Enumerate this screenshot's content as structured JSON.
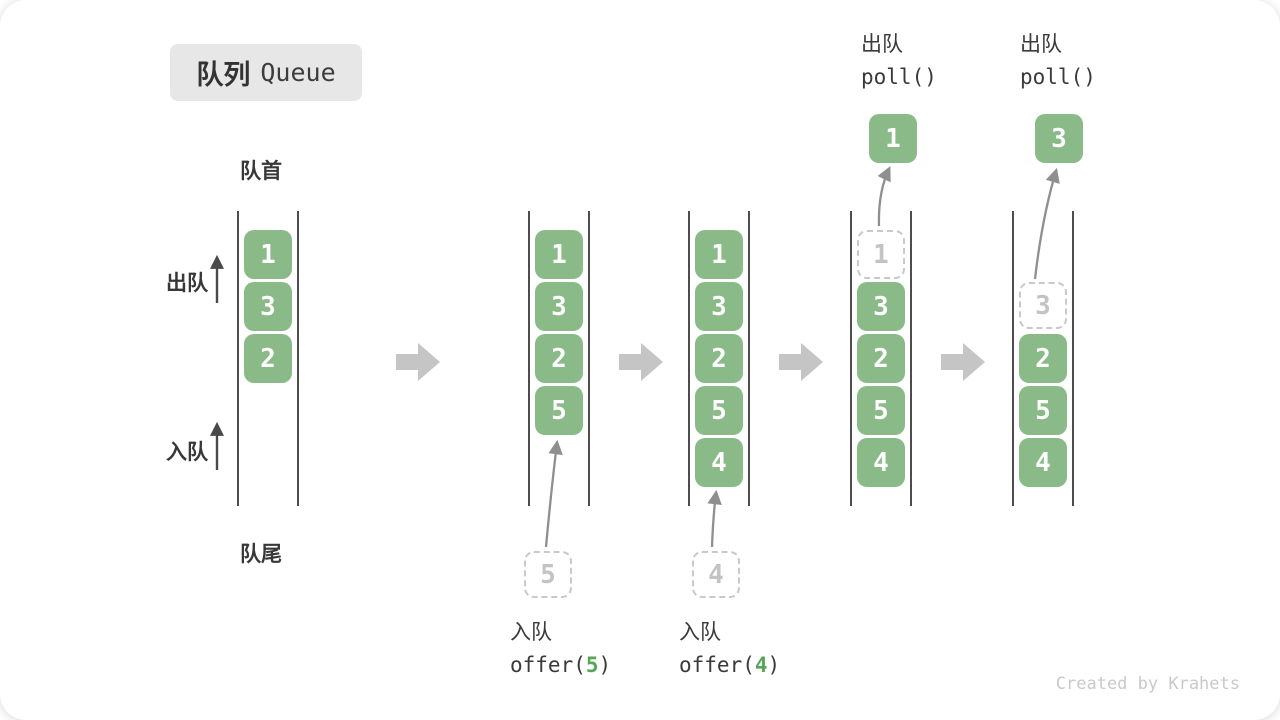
{
  "title": {
    "zh": "队列",
    "en": "Queue"
  },
  "labels": {
    "front": "队首",
    "rear": "队尾",
    "dequeue": "出队",
    "enqueue": "入队"
  },
  "colors": {
    "item_green": "#8aba88",
    "arg_green": "#57a657",
    "block_arrow_gray": "#c5c5c5",
    "thin_arrow_gray": "#8f8f8f",
    "dashed_border_gray": "#c9c9c9",
    "label_dark": "#3a3a3a",
    "title_bg": "#e7e7e7"
  },
  "states": {
    "s1": {
      "items": [
        "1",
        "3",
        "2"
      ]
    },
    "s2": {
      "items": [
        "1",
        "3",
        "2",
        "5"
      ],
      "pending": "5",
      "op_label": "入队",
      "op_fn": "offer(",
      "op_arg": "5",
      "op_end": ")"
    },
    "s3": {
      "items": [
        "1",
        "3",
        "2",
        "5",
        "4"
      ],
      "pending": "4",
      "op_label": "入队",
      "op_fn": "offer(",
      "op_arg": "4",
      "op_end": ")"
    },
    "s4": {
      "dashed": "1",
      "items": [
        "3",
        "2",
        "5",
        "4"
      ],
      "out": "1",
      "op_label": "出队",
      "op_fn": "poll()"
    },
    "s5": {
      "dashed": "3",
      "items": [
        "2",
        "5",
        "4"
      ],
      "out": "3",
      "op_label": "出队",
      "op_fn": "poll()"
    }
  },
  "footer": {
    "credit": "Created by Krahets"
  }
}
